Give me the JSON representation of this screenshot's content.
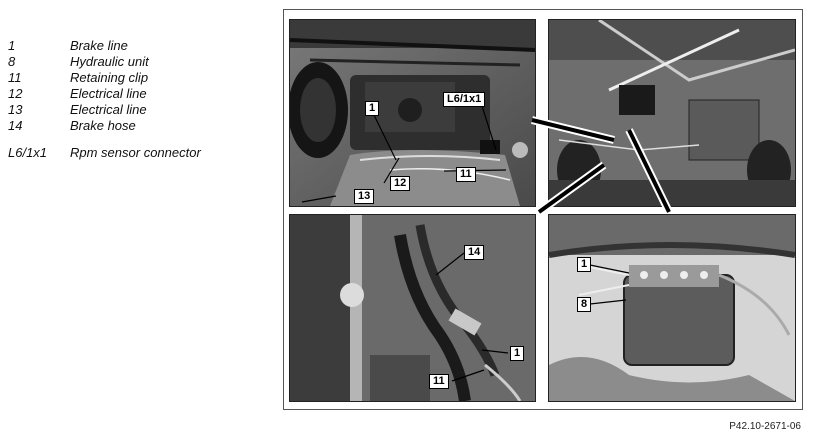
{
  "legend": [
    {
      "num": "1",
      "desc": "Brake line"
    },
    {
      "num": "8",
      "desc": "Hydraulic unit"
    },
    {
      "num": "11",
      "desc": "Retaining clip"
    },
    {
      "num": "12",
      "desc": "Electrical line"
    },
    {
      "num": "13",
      "desc": "Electrical line"
    },
    {
      "num": "14",
      "desc": "Brake hose"
    },
    {
      "num": "L6/1x1",
      "desc": "Rpm sensor connector"
    }
  ],
  "callouts": {
    "top_left": [
      "1",
      "L6/1x1",
      "12",
      "11",
      "13"
    ],
    "bottom_left": [
      "14",
      "1",
      "11"
    ],
    "bottom_right": [
      "1",
      "8"
    ]
  },
  "figure_code": "P42.10-2671-06"
}
